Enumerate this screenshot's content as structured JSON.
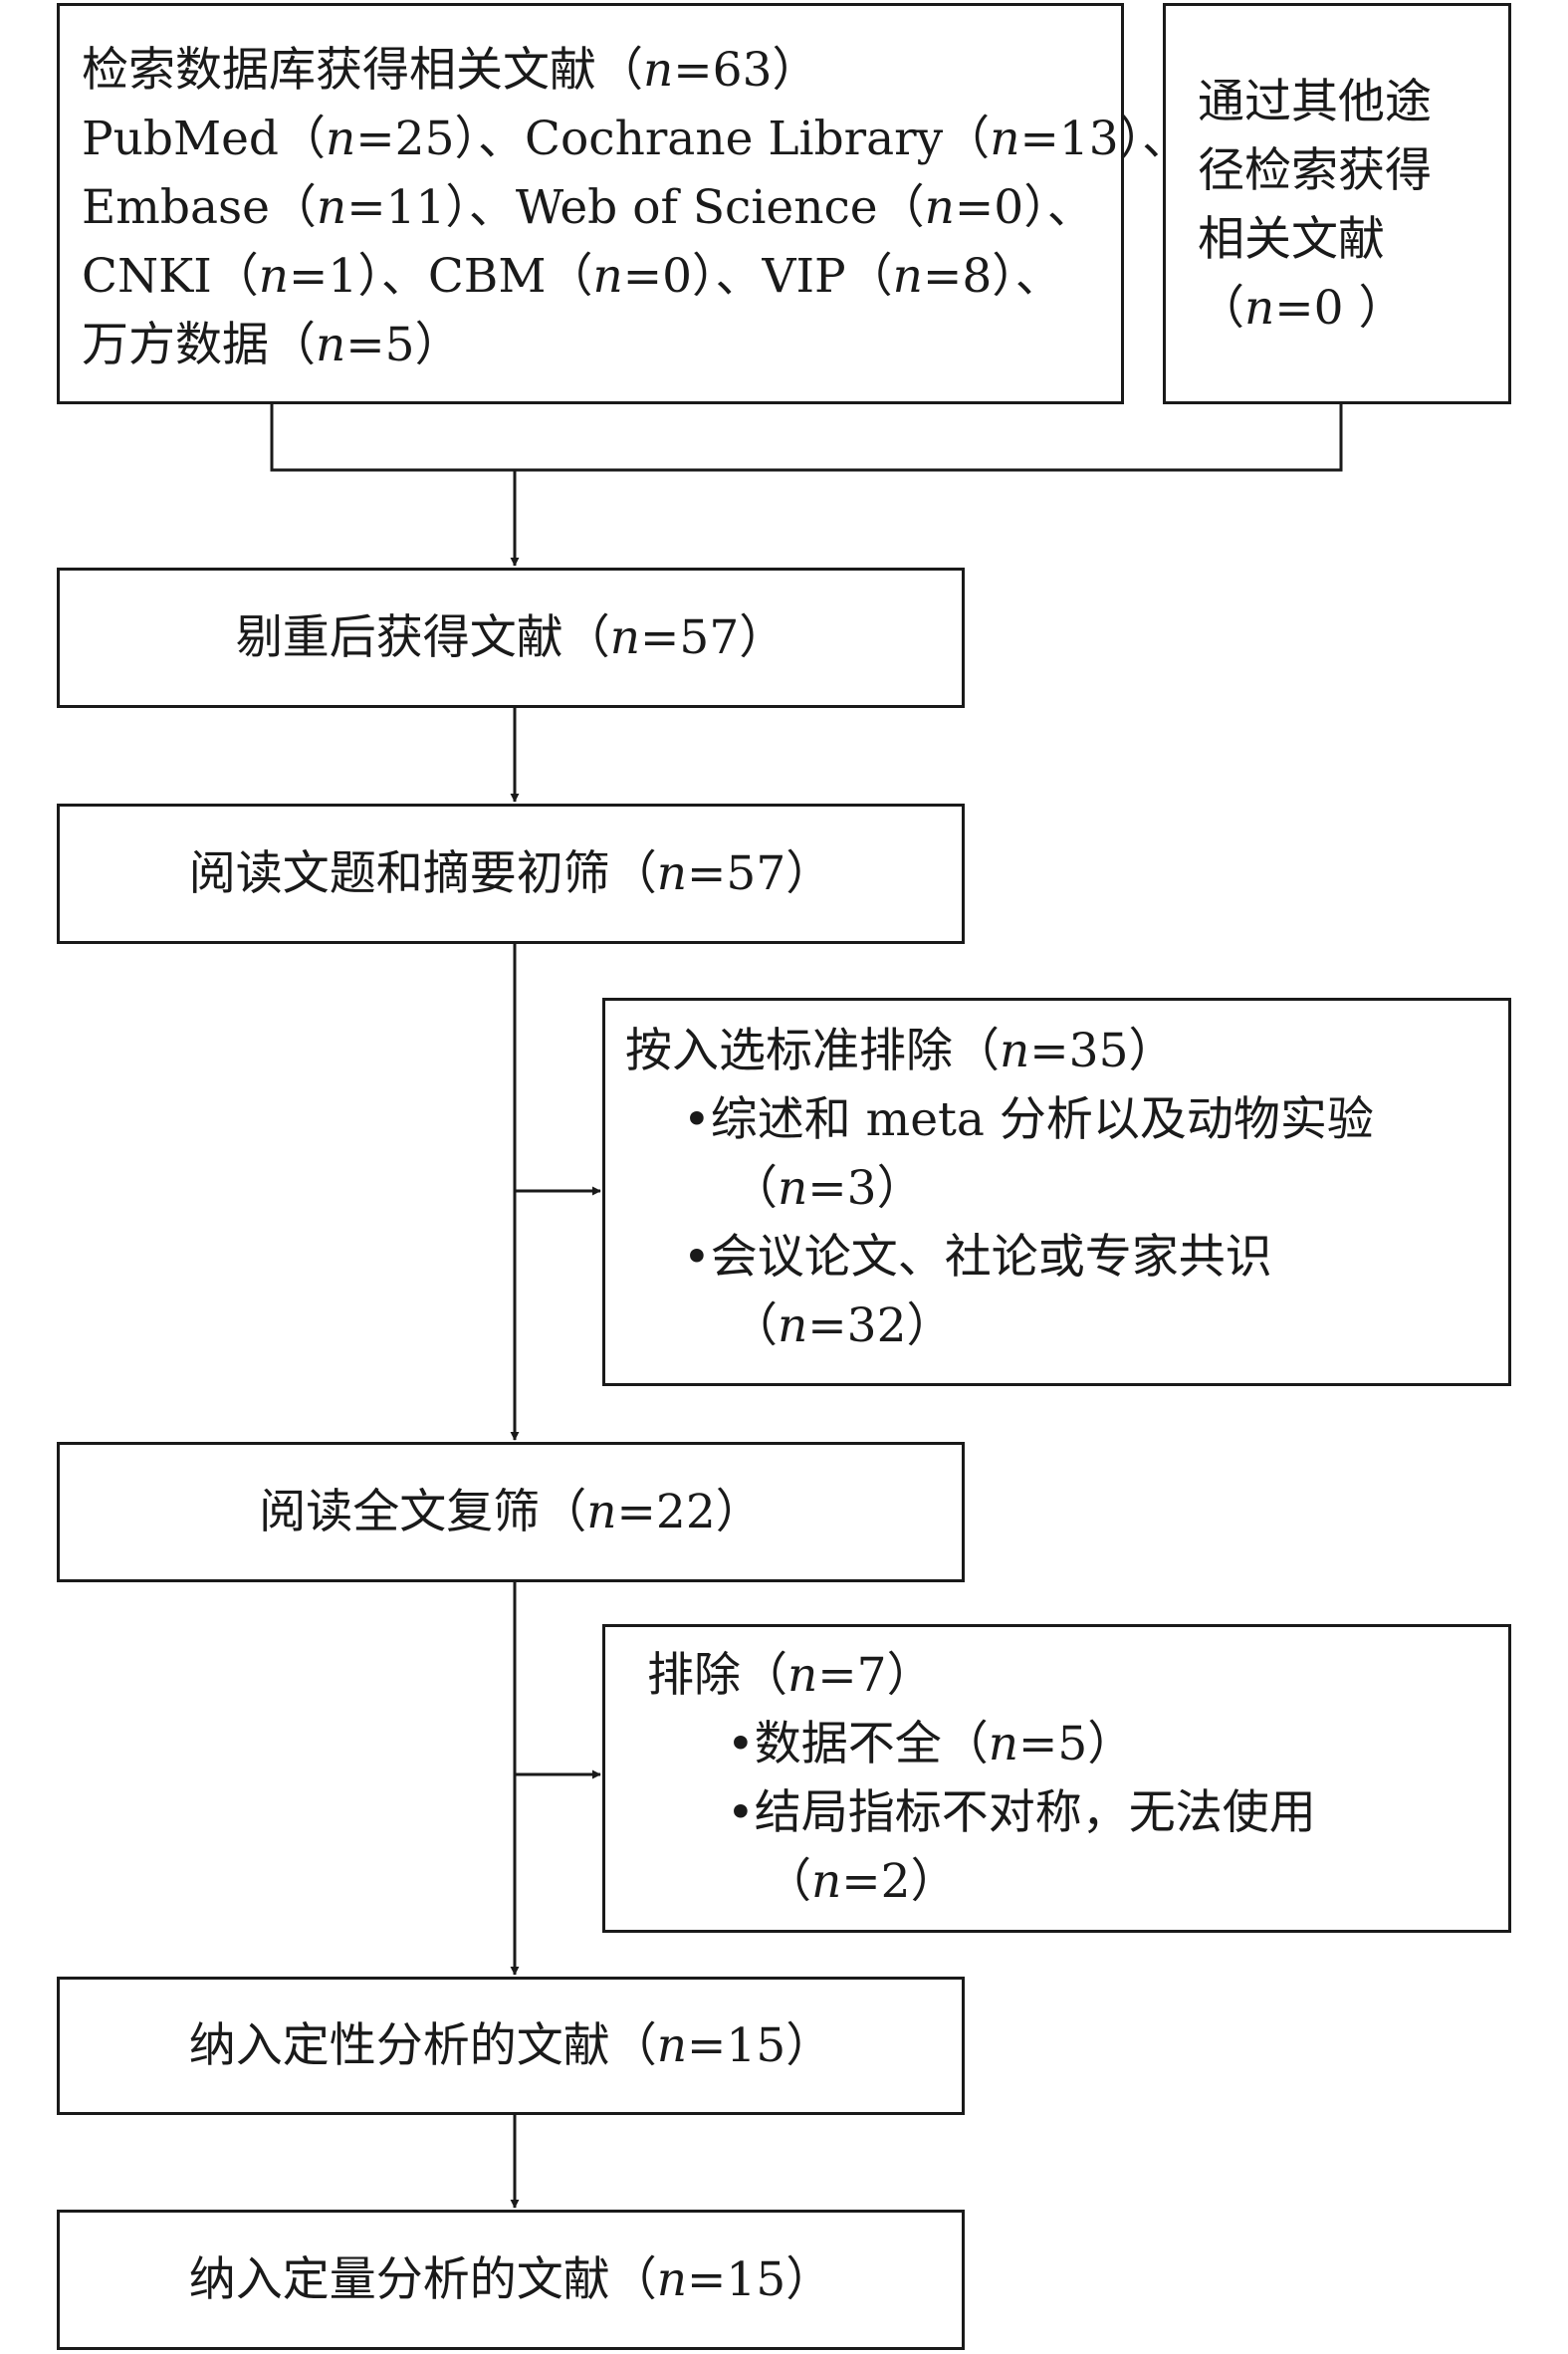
{
  "box_search": {
    "lines": [
      "检索数据库获得相关文献（n=63）",
      "PubMed（n=25）、Cochrane Library（n=13）、",
      "Embase（n=11）、Web of Science（n=0）、",
      "CNKI（n=1）、CBM（n=0）、VIP（n=8）、",
      "万方数据（n=5）"
    ]
  },
  "box_other": {
    "lines": [
      "通过其他途",
      "径检索获得",
      "相关文献",
      "（n=0 ）"
    ]
  },
  "box_dedup": {
    "text": "剔重后获得文献（n=57）"
  },
  "box_screen": {
    "text": "阅读文题和摘要初筛（n=57）"
  },
  "box_exclude1": {
    "title": "按入选标准排除（n=35）",
    "items": [
      {
        "label": "•综述和 meta 分析以及动物实验",
        "count": "（n=3）"
      },
      {
        "label": "•会议论文、社论或专家共识",
        "count": "（n=32）"
      }
    ]
  },
  "box_fulltext": {
    "text": "阅读全文复筛（n=22）"
  },
  "box_exclude2": {
    "title": "排除（n=7）",
    "items": [
      {
        "label": "•数据不全（n=5）",
        "count": ""
      },
      {
        "label": "•结局指标不对称，无法使用",
        "count": "（n=2）"
      }
    ]
  },
  "box_qualitative": {
    "text": "纳入定性分析的文献（n=15）"
  },
  "box_quantitative": {
    "text": "纳入定量分析的文献（n=15）"
  },
  "colors": {
    "stroke": "#1a1a1a",
    "background": "#ffffff"
  }
}
